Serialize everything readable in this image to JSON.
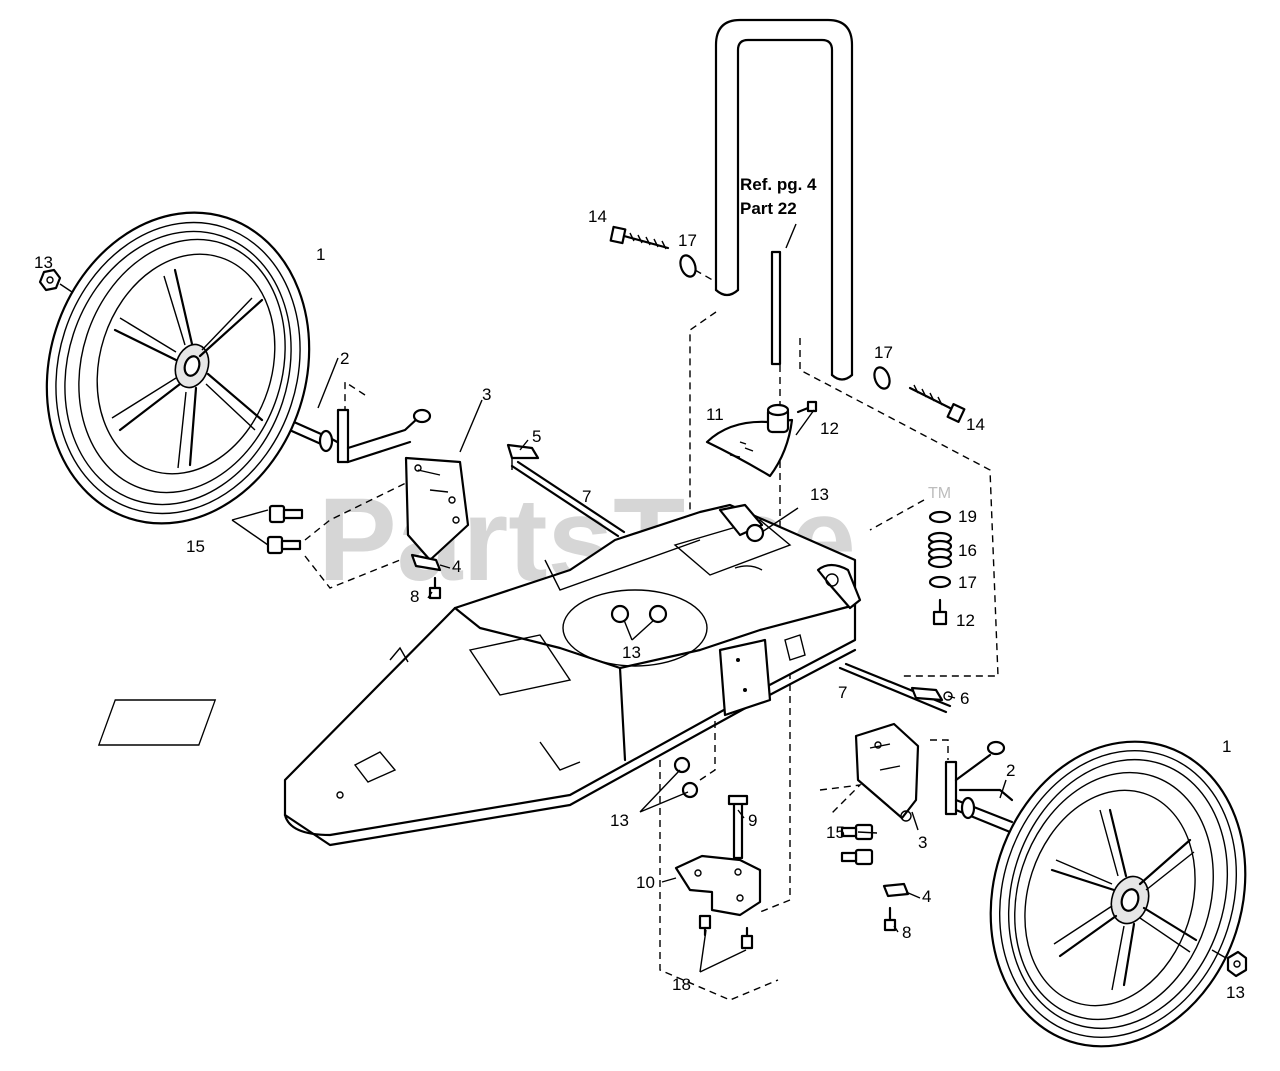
{
  "watermark": {
    "text": "PartsTree",
    "trademark": "TM"
  },
  "reference_note": {
    "line1": "Ref. pg. 4",
    "line2": "Part 22"
  },
  "callouts": {
    "wheel_left": "1",
    "wheel_right": "1",
    "axle_left": "2",
    "axle_right": "2",
    "bracket_left": "3",
    "bracket_right": "3",
    "clip_left": "4",
    "clip_right": "4",
    "spring_clip_left": "5",
    "spring_clip_right": "6",
    "rod_left": "7",
    "rod_right": "7",
    "screw_left": "8",
    "screw_right": "8",
    "pin": "9",
    "plate": "10",
    "height_plate": "11",
    "bolt_top": "12",
    "bolt_side": "12",
    "nut_wheel_left": "13",
    "nut_deck_center": "13",
    "nut_deck_top": "13",
    "nut_deck_bottom": "13",
    "nut_wheel_right": "13",
    "bolt_handle_left": "14",
    "bolt_handle_right": "14",
    "bolt_pair_left": "15",
    "bolt_right": "15",
    "spring": "16",
    "washer_left": "17",
    "washer_right": "17",
    "washer_stack": "17",
    "screw_pair": "18",
    "washer_top": "19"
  }
}
